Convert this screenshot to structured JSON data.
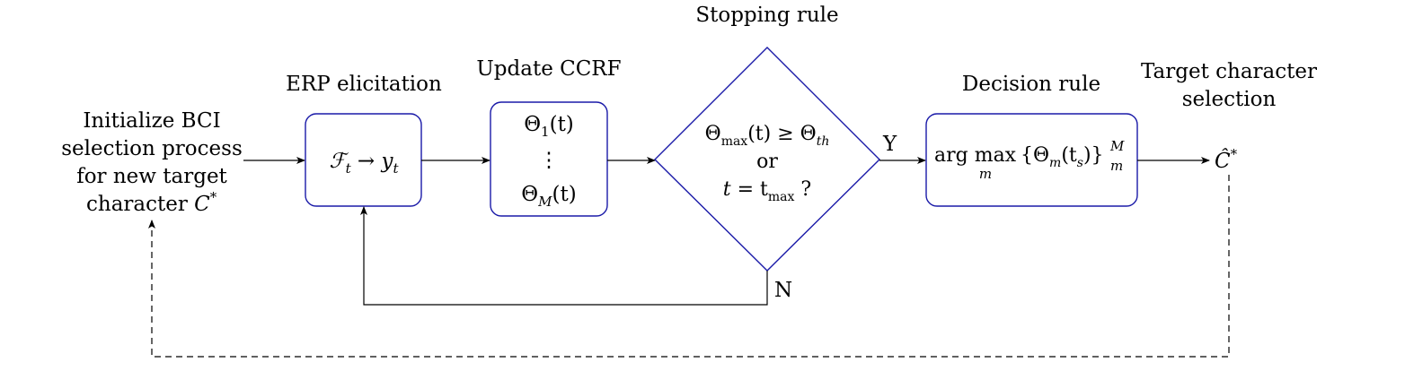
{
  "labels": {
    "init": [
      "Initialize BCI",
      "selection process",
      "for new target",
      "character"
    ],
    "init_symbol": "C",
    "init_sup": "*",
    "erp": "ERP elicitation",
    "ccrf": "Update CCRF",
    "stopping": "Stopping rule",
    "decision": "Decision rule",
    "target": [
      "Target character",
      "selection"
    ],
    "yes": "Y",
    "no": "N"
  },
  "math": {
    "erp_F": "ℱ",
    "erp_Fsub": "t",
    "erp_arrow": " → ",
    "erp_y": "y",
    "erp_ysub": "t",
    "ccrf_top": "Θ",
    "ccrf_top_sub": "1",
    "ccrf_top_arg": "(t)",
    "ccrf_dots": "⋮",
    "ccrf_bot": "Θ",
    "ccrf_bot_sub": "M",
    "ccrf_bot_arg": "(t)",
    "stop_l1_theta": "Θ",
    "stop_l1_sub": "max",
    "stop_l1_rest": "(t) ≥ Θ",
    "stop_l1_sub2": "th",
    "stop_l2": "or",
    "stop_l3_t": "t",
    "stop_l3_eq": " = t",
    "stop_l3_sub": "max",
    "stop_l3_q": " ?",
    "dec_arg": "arg max",
    "dec_sub_m": "m",
    "dec_brace": "{Θ",
    "dec_theta_sub": "m",
    "dec_paren": "(t",
    "dec_paren_sub": "s",
    "dec_close": ")}",
    "dec_sup": "M",
    "dec_sub": "m",
    "out_C": "Ĉ",
    "out_sup": "*"
  }
}
